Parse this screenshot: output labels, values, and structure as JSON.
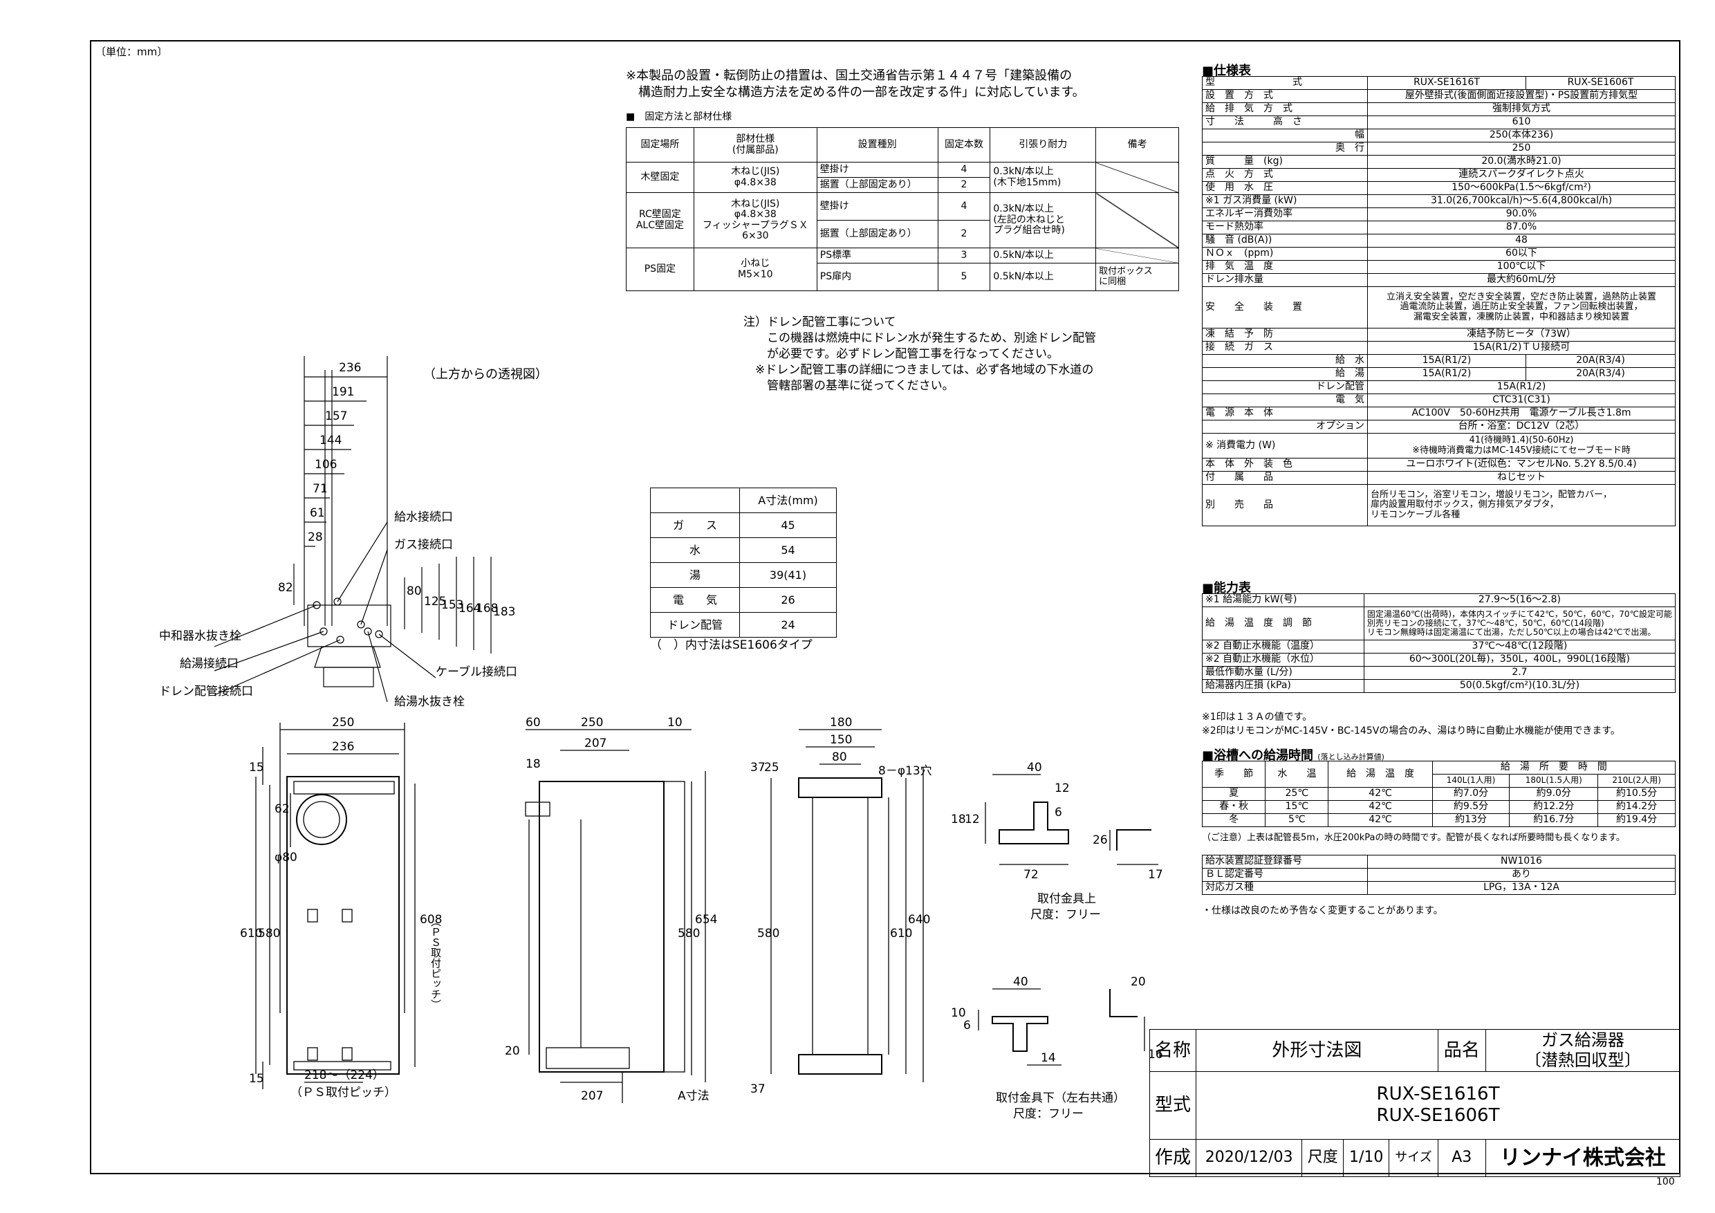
{
  "unit_label": "〔単位：mm〕",
  "page_number": "100",
  "installation": {
    "notice_lines": [
      "※本製品の設置・転倒防止の措置は、国土交通省告示第１４４７号「建築設備の",
      "　構造耐力上安全な構造方法を定める件の一部を改定する件」に対応しています。"
    ],
    "table_title": "■　固定方法と部材仕様",
    "headers": [
      "固定場所",
      "部材仕様\n(付属部品)",
      "設置種別",
      "固定本数",
      "引張り耐力",
      "備考"
    ],
    "wood": {
      "place": "木壁固定",
      "spec": "木ねじ(JIS)\nφ4.8×38",
      "type1": "壁掛け",
      "count1": "4",
      "type2": "据置（上部固定あり）",
      "count2": "2",
      "strength": "0.3kN/本以上\n(木下地15mm)"
    },
    "rc": {
      "place": "RC壁固定\nALC壁固定",
      "spec": "木ねじ(JIS)\nφ4.8×38\nフィッシャープラグＳＸ\n6×30",
      "type1": "壁掛け",
      "count1": "4",
      "type2": "据置（上部固定あり）",
      "count2": "2",
      "strength": "0.3kN/本以上\n(左記の木ねじと\nプラグ組合せ時)"
    },
    "ps": {
      "place": "PS固定",
      "spec": "小ねじ\nM5×10",
      "type1": "PS標準",
      "count1": "3",
      "strength1": "0.5kN/本以上",
      "type2": "PS扉内",
      "count2": "5",
      "strength2": "0.5kN/本以上",
      "note2": "取付ボックス\nに同梱"
    }
  },
  "drain_note": [
    "注）ドレン配管工事について",
    "　　この機器は燃焼中にドレン水が発生するため、別途ドレン配管",
    "　　が必要です。必ずドレン配管工事を行なってください。",
    "　※ドレン配管工事の詳細につきましては、必ず各地域の下水道の",
    "　　管轄部署の基準に従ってください。"
  ],
  "a_dim": {
    "header": "A寸法(mm)",
    "rows": [
      [
        "ガ　　ス",
        "45"
      ],
      [
        "水",
        "54"
      ],
      [
        "湯",
        "39(41)"
      ],
      [
        "電　　気",
        "26"
      ],
      [
        "ドレン配管",
        "24"
      ]
    ],
    "footnote": "（　）内寸法はSE1606タイプ"
  },
  "top_view": {
    "title": "（上方からの透視図）",
    "h_dims": [
      "236",
      "191",
      "157",
      "144",
      "106",
      "71",
      "61",
      "28"
    ],
    "v_dims": [
      "82",
      "80",
      "125",
      "153",
      "164",
      "168",
      "183"
    ],
    "labels": [
      "給水接続口",
      "ガス接続口",
      "中和器水抜き栓",
      "給湯接続口",
      "ケーブル接続口",
      "ドレン配管接続口",
      "給湯水抜き栓"
    ]
  },
  "front_view": {
    "dims": [
      "250",
      "236",
      "15",
      "610",
      "580",
      "62",
      "φ80",
      "608",
      "（ＰＳ取付ピッチ）",
      "15",
      "218～（224）",
      "（ＰＳ取付ピッチ）"
    ]
  },
  "side_view": {
    "dims": [
      "60",
      "250",
      "10",
      "207",
      "18",
      "580",
      "654",
      "20",
      "207",
      "A寸法"
    ]
  },
  "bracket_view": {
    "dims": [
      "180",
      "150",
      "80",
      "8－φ13穴",
      "37",
      "25",
      "580",
      "610",
      "640",
      "37"
    ]
  },
  "upper_bracket": {
    "dims": [
      "40",
      "12",
      "6",
      "18",
      "12",
      "26",
      "72",
      "17"
    ],
    "label": "取付金具上",
    "scale": "尺度：フリー"
  },
  "lower_bracket": {
    "dims": [
      "10",
      "6",
      "40",
      "20",
      "14",
      "16"
    ],
    "label": "取付金具下（左右共通）",
    "scale": "尺度：フリー"
  },
  "spec": {
    "title": "■仕様表",
    "rows": [
      [
        "型　　　　　　　　式",
        "RUX-SE1616T",
        "RUX-SE1606T"
      ],
      [
        "設　置　方　式",
        "屋外壁掛式(後面側面近接設置型)・PS設置前方排気型"
      ],
      [
        "給　排　気　方　式",
        "強制排気方式"
      ],
      [
        "寸　　法|高　さ",
        "610"
      ],
      [
        "|幅",
        "250(本体236)"
      ],
      [
        "|奥　行",
        "250"
      ],
      [
        "質　　　量　(kg)",
        "20.0(満水時21.0)"
      ],
      [
        "点　火　方　式",
        "連続スパークダイレクト点火"
      ],
      [
        "使　用　水　圧",
        "150～600kPa(1.5～6kgf/cm²)"
      ],
      [
        "※1 ガス消費量 (kW)",
        "31.0(26,700kcal/h)～5.6(4,800kcal/h)"
      ],
      [
        "エネルギー消費効率",
        "90.0%"
      ],
      [
        "モード熱効率",
        "87.0%"
      ],
      [
        "騒　音 (dB(A))",
        "48"
      ],
      [
        "ＮＯｘ　(ppm)",
        "60以下"
      ],
      [
        "排　気　温　度",
        "100℃以下"
      ],
      [
        "ドレン排水量",
        "最大約60mL/分"
      ]
    ],
    "safety_label": "安　　全　　装　　置",
    "safety_value": "立消え安全装置，空だき安全装置，空だき防止装置，過熱防止装置\n過電流防止装置，過圧防止安全装置，ファン回転検出装置，\n漏電安全装置，凍騰防止装置，中和器詰まり検知装置",
    "freeze": [
      "凍　結　予　防",
      "凍結予防ヒータ（73W）"
    ],
    "connection_label": "接　続",
    "connections": [
      [
        "ガ　ス",
        "15A(R1/2)ＴＵ接続可"
      ],
      [
        "給　水",
        "15A(R1/2)",
        "20A(R3/4)"
      ],
      [
        "給　湯",
        "15A(R1/2)",
        "20A(R3/4)"
      ],
      [
        "ドレン配管",
        "15A(R1/2)"
      ],
      [
        "電　気",
        "CTC31(C31)"
      ]
    ],
    "power_label": "電　源",
    "power": [
      [
        "本　体",
        "AC100V　50-60Hz共用　電源ケーブル長さ1.8m"
      ],
      [
        "オプション",
        "台所・浴室：DC12V（2芯）"
      ]
    ],
    "consumption_label": "※ 消費電力 (W)",
    "consumption_value": "41(待機時1.4)(50-60Hz)\n※待機時消費電力はMC-145V接続にてセーブモード時",
    "color": [
      "本　体　外　装　色",
      "ユーロホワイト(近似色：マンセルNo. 5.2Y 8.5/0.4)"
    ],
    "accessories": [
      "付　　属　　品",
      "ねじセット"
    ],
    "sold_separately": [
      "別　　売　　品",
      "台所リモコン，浴室リモコン，増設リモコン，配管カバー，\n扉内設置用取付ボックス，側方排気アダプタ，\nリモコンケーブル各種"
    ]
  },
  "capacity": {
    "title": "■能力表",
    "rows": [
      [
        "※1 給湯能力 kW(号)",
        "27.9～5(16～2.8)"
      ],
      [
        "給　湯　温　度　調　節",
        "固定湯温60℃(出荷時)，本体内スイッチにて42℃，50℃，60℃，70℃設定可能\n別売リモコンの接続にて，37℃～48℃，50℃，60℃(14段階)\nリモコン無線時は固定湯温にて出湯，ただし50℃以上の場合は42℃で出湯。"
      ],
      [
        "※2 自動止水機能（温度）",
        "37℃～48℃(12段階)"
      ],
      [
        "※2 自動止水機能（水位）",
        "60～300L(20L毎)，350L，400L，990L(16段階)"
      ],
      [
        "最低作動水量 (L/分)",
        "2.7"
      ],
      [
        "給湯器内圧損 (kPa)",
        "50(0.5kgf/cm²)(10.3L/分)"
      ]
    ],
    "notes": [
      "※1印は１３Ａの値です。",
      "※2印はリモコンがMC-145V・BC-145Vの場合のみ、湯はり時に自動止水機能が使用できます。"
    ]
  },
  "bath": {
    "title": "■浴槽への給湯時間",
    "subtitle": "(落とし込み計算値)",
    "headers": [
      "季　　節",
      "水　　温",
      "給　湯　温　度",
      "給　湯　所　要　時　間"
    ],
    "subheaders": [
      "140L(1人用)",
      "180L(1.5人用)",
      "210L(2人用)"
    ],
    "rows": [
      [
        "夏",
        "25℃",
        "42℃",
        "約7.0分",
        "約9.0分",
        "約10.5分"
      ],
      [
        "春・秋",
        "15℃",
        "42℃",
        "約9.5分",
        "約12.2分",
        "約14.2分"
      ],
      [
        "冬",
        "5℃",
        "42℃",
        "約13分",
        "約16.7分",
        "約19.4分"
      ]
    ],
    "note": "（ご注意）上表は配管長5m，水圧200kPaの時の時間です。配管が長くなれば所要時間も長くなります。"
  },
  "cert": {
    "rows": [
      [
        "給水装置認証登録番号",
        "NW1016"
      ],
      [
        "ＢＬ認定番号",
        "あり"
      ],
      [
        "対応ガス種",
        "LPG，13A・12A"
      ]
    ],
    "note": "・仕様は改良のため予告なく変更することがあります。"
  },
  "title_block": {
    "name_label": "名称",
    "name_value": "外形寸法図",
    "product_label": "品名",
    "product_value_1": "ガス給湯器",
    "product_value_2": "〔潜熱回収型〕",
    "model_label": "型式",
    "model_1": "RUX-SE1616T",
    "model_2": "RUX-SE1606T",
    "created_label": "作成",
    "created_date": "2020/12/03",
    "scale_label": "尺度",
    "scale_value": "1/10",
    "size_label": "サイズ",
    "size_value": "A3",
    "company": "リンナイ株式会社"
  }
}
